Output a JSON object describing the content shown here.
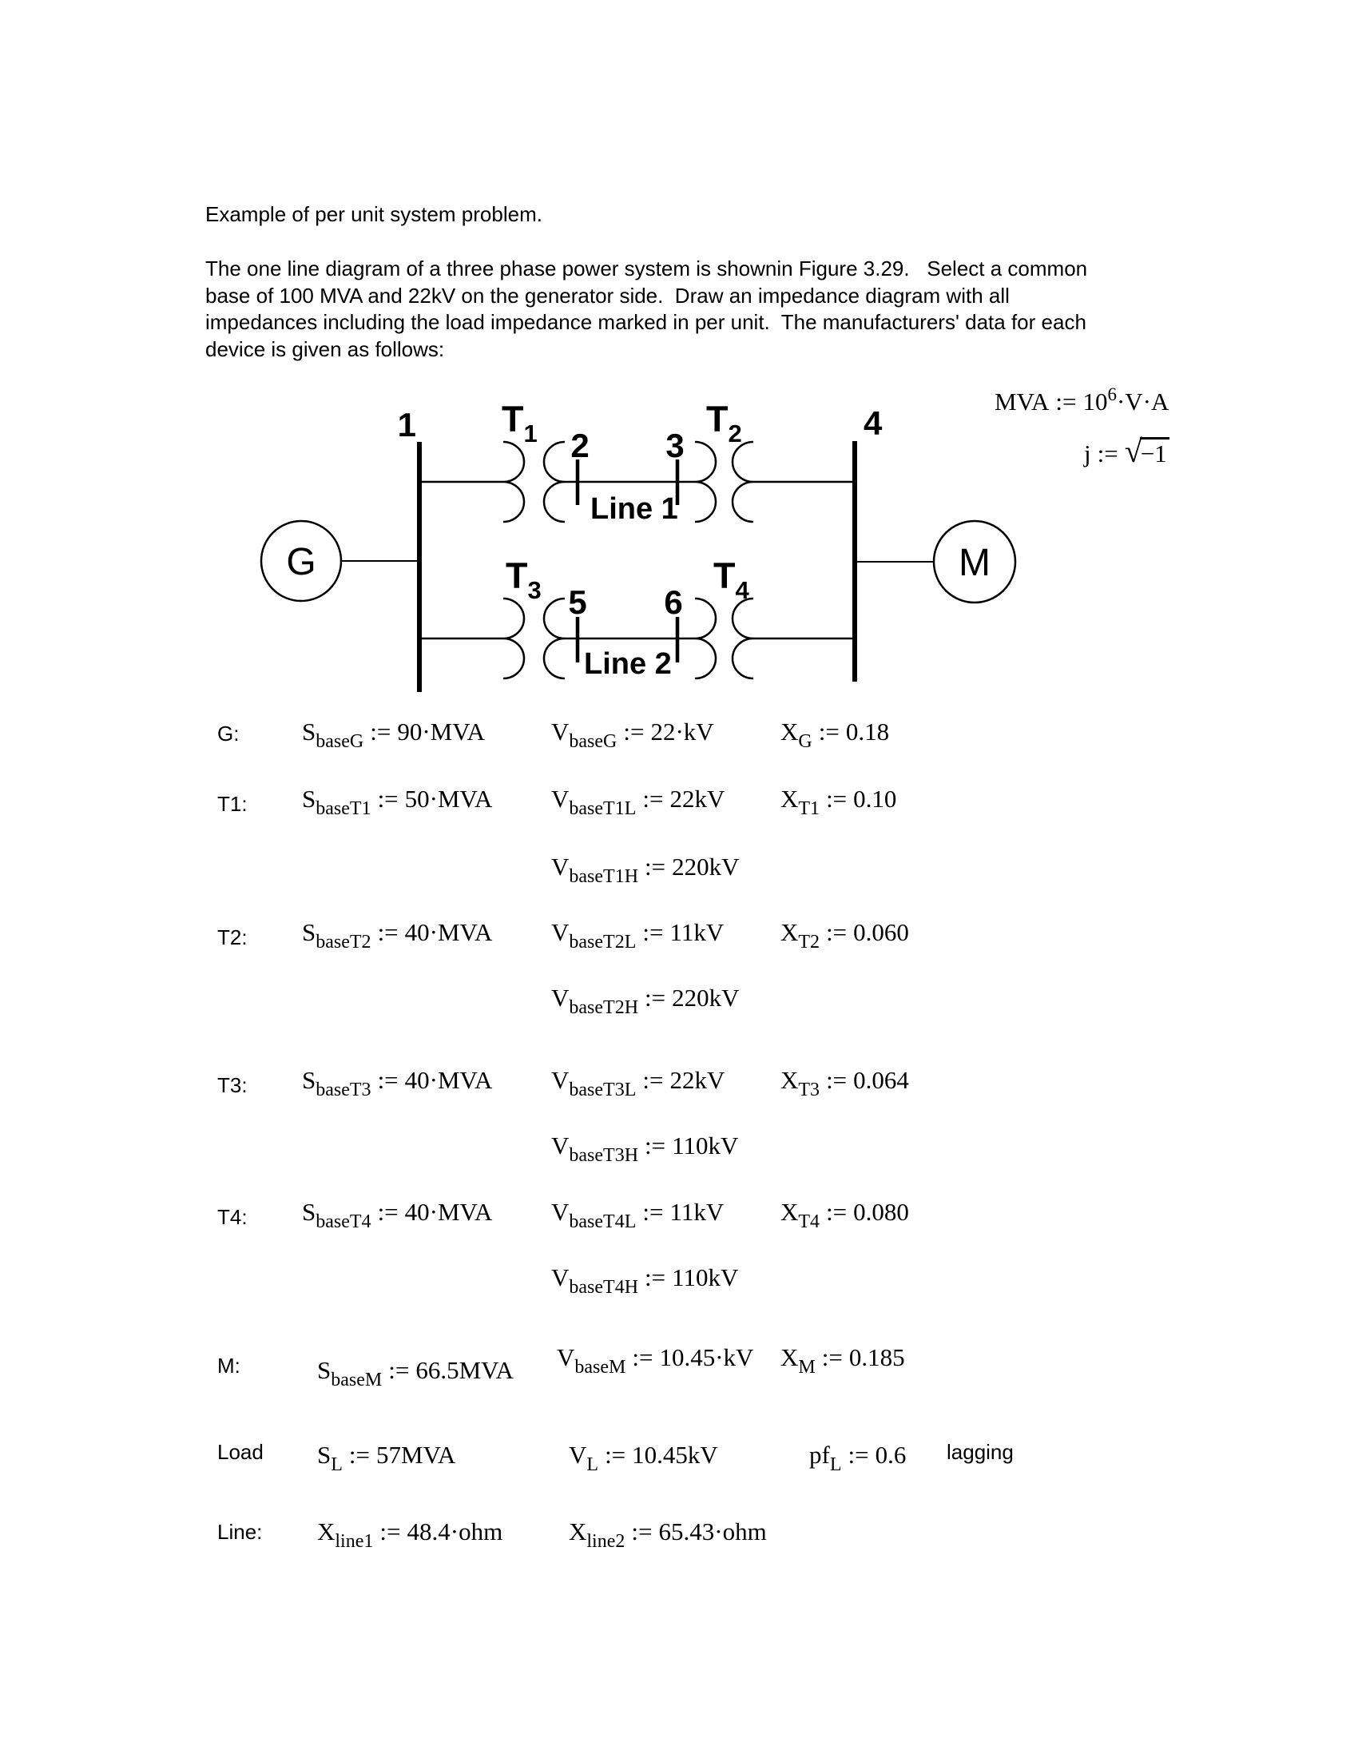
{
  "assign": ":=",
  "header": {
    "title": "Example of per unit system problem.",
    "paragraph_lines": [
      "The one line diagram of a three phase power system is shownin Figure 3.29.   Select a common",
      "base of 100 MVA and 22kV on the generator side.  Draw an impedance diagram with all",
      "impedances including the load impedance marked in per unit.  The manufacturers' data for each",
      "device is given as follows:"
    ]
  },
  "definitions": {
    "mva": {
      "sym": "MVA",
      "base": "10",
      "exp": "6",
      "tail": "·V·A"
    },
    "j": {
      "sym": "j",
      "radical": "√",
      "radicand": "−1"
    }
  },
  "diagram": {
    "generator": "G",
    "motor": "M",
    "buses": {
      "b1": "1",
      "b2": "2",
      "b3": "3",
      "b4": "4",
      "b5": "5",
      "b6": "6"
    },
    "transformers": {
      "t1": {
        "sym": "T",
        "sub": "1"
      },
      "t2": {
        "sym": "T",
        "sub": "2"
      },
      "t3": {
        "sym": "T",
        "sub": "3"
      },
      "t4": {
        "sym": "T",
        "sub": "4"
      }
    },
    "lines": {
      "line1": "Line 1",
      "line2": "Line 2"
    }
  },
  "rows": [
    {
      "label": "G:",
      "s": {
        "sym": "S",
        "sub": "baseG",
        "val": "90·MVA"
      },
      "v": {
        "sym": "V",
        "sub": "baseG",
        "val": "22·kV"
      },
      "x": {
        "sym": "X",
        "sub": "G",
        "val": "0.18"
      }
    },
    {
      "label": "T1:",
      "s": {
        "sym": "S",
        "sub": "baseT1",
        "val": "50·MVA"
      },
      "v": {
        "sym": "V",
        "sub": "baseT1L",
        "val": "22kV"
      },
      "x": {
        "sym": "X",
        "sub": "T1",
        "val": "0.10"
      }
    },
    {
      "v": {
        "sym": "V",
        "sub": "baseT1H",
        "val": "220kV"
      }
    },
    {
      "label": "T2:",
      "s": {
        "sym": "S",
        "sub": "baseT2",
        "val": "40·MVA"
      },
      "v": {
        "sym": "V",
        "sub": "baseT2L",
        "val": "11kV"
      },
      "x": {
        "sym": "X",
        "sub": "T2",
        "val": "0.060"
      }
    },
    {
      "v": {
        "sym": "V",
        "sub": "baseT2H",
        "val": "220kV"
      }
    },
    {
      "label": "T3:",
      "s": {
        "sym": "S",
        "sub": "baseT3",
        "val": "40·MVA"
      },
      "v": {
        "sym": "V",
        "sub": "baseT3L",
        "val": "22kV"
      },
      "x": {
        "sym": "X",
        "sub": "T3",
        "val": "0.064"
      }
    },
    {
      "v": {
        "sym": "V",
        "sub": "baseT3H",
        "val": "110kV"
      }
    },
    {
      "label": "T4:",
      "s": {
        "sym": "S",
        "sub": "baseT4",
        "val": "40·MVA"
      },
      "v": {
        "sym": "V",
        "sub": "baseT4L",
        "val": "11kV"
      },
      "x": {
        "sym": "X",
        "sub": "T4",
        "val": "0.080"
      }
    },
    {
      "v": {
        "sym": "V",
        "sub": "baseT4H",
        "val": "110kV"
      }
    },
    {
      "label": "M:",
      "s": {
        "sym": "S",
        "sub": "baseM",
        "val": "66.5MVA"
      },
      "v": {
        "sym": "V",
        "sub": "baseM",
        "val": "10.45·kV"
      },
      "x": {
        "sym": "X",
        "sub": "M",
        "val": "0.185"
      }
    },
    {
      "label": "Load",
      "s": {
        "sym": "S",
        "sub": "L",
        "val": "57MVA"
      },
      "v": {
        "sym": "V",
        "sub": "L",
        "val": "10.45kV"
      },
      "pf": {
        "sym": "pf",
        "sub": "L",
        "val": "0.6"
      },
      "note": "lagging"
    },
    {
      "label": "Line:",
      "s": {
        "sym": "X",
        "sub": "line1",
        "val": "48.4·ohm"
      },
      "v": {
        "sym": "X",
        "sub": "line2",
        "val": "65.43·ohm"
      }
    }
  ]
}
